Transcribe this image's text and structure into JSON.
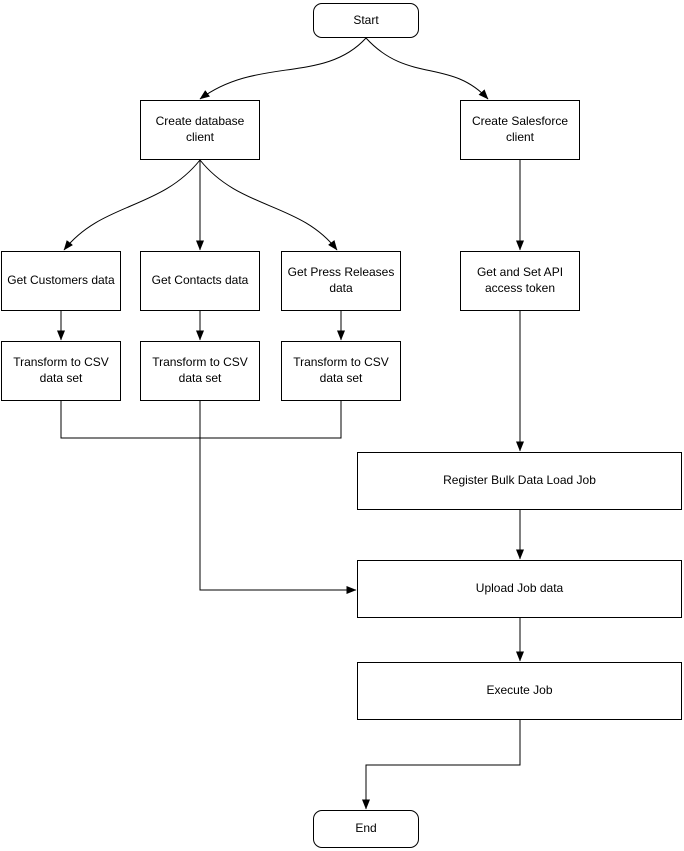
{
  "diagram": {
    "background": "#ffffff",
    "stroke_color": "#000000",
    "text_color": "#000000"
  },
  "nodes": {
    "start": {
      "label": "Start",
      "shape": "terminator"
    },
    "create_db": {
      "label": "Create database client",
      "shape": "process"
    },
    "create_sf": {
      "label": "Create Salesforce client",
      "shape": "process"
    },
    "customers": {
      "label": "Get Customers data",
      "shape": "process"
    },
    "contacts": {
      "label": "Get Contacts data",
      "shape": "process"
    },
    "press": {
      "label": "Get Press Releases data",
      "shape": "process"
    },
    "token": {
      "label": "Get and Set API access token",
      "shape": "process"
    },
    "transform1": {
      "label": "Transform to CSV data set",
      "shape": "process"
    },
    "transform2": {
      "label": "Transform to CSV data set",
      "shape": "process"
    },
    "transform3": {
      "label": "Transform to CSV data set",
      "shape": "process"
    },
    "register": {
      "label": "Register Bulk Data Load Job",
      "shape": "process"
    },
    "upload": {
      "label": "Upload Job data",
      "shape": "process"
    },
    "execute": {
      "label": "Execute Job",
      "shape": "process"
    },
    "end": {
      "label": "End",
      "shape": "terminator"
    }
  },
  "edges": [
    {
      "from": "start",
      "to": "create_db",
      "style": "curved"
    },
    {
      "from": "start",
      "to": "create_sf",
      "style": "curved"
    },
    {
      "from": "create_db",
      "to": "customers",
      "style": "curved"
    },
    {
      "from": "create_db",
      "to": "contacts",
      "style": "straight"
    },
    {
      "from": "create_db",
      "to": "press",
      "style": "curved"
    },
    {
      "from": "create_sf",
      "to": "token",
      "style": "straight"
    },
    {
      "from": "customers",
      "to": "transform1",
      "style": "straight"
    },
    {
      "from": "contacts",
      "to": "transform2",
      "style": "straight"
    },
    {
      "from": "press",
      "to": "transform3",
      "style": "straight"
    },
    {
      "from": "token",
      "to": "register",
      "style": "straight"
    },
    {
      "from": "transform1",
      "to": "upload",
      "style": "orthogonal-merge"
    },
    {
      "from": "transform2",
      "to": "upload",
      "style": "orthogonal-merge"
    },
    {
      "from": "transform3",
      "to": "upload",
      "style": "orthogonal-merge"
    },
    {
      "from": "register",
      "to": "upload",
      "style": "straight"
    },
    {
      "from": "upload",
      "to": "execute",
      "style": "straight"
    },
    {
      "from": "execute",
      "to": "end",
      "style": "orthogonal"
    }
  ]
}
